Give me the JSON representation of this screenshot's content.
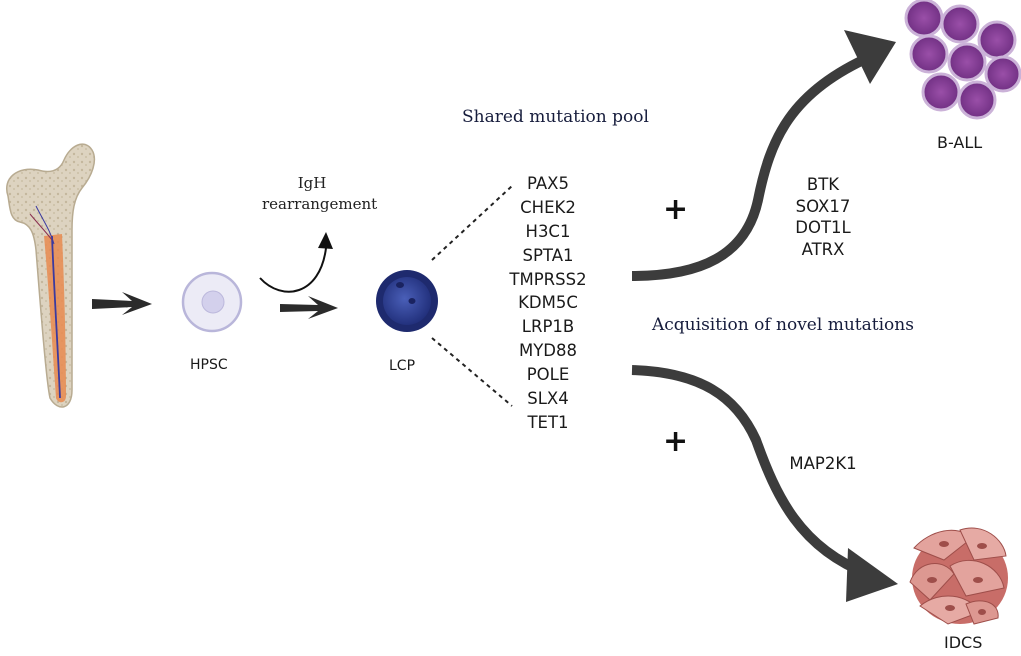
{
  "shared_pool": {
    "title": "Shared mutation pool",
    "genes": [
      "PAX5",
      "CHEK2",
      "H3C1",
      "SPTA1",
      "TMPRSS2",
      "KDM5C",
      "LRP1B",
      "MYD88",
      "POLE",
      "SLX4",
      "TET1"
    ]
  },
  "igh_label_line1": "IgH",
  "igh_label_line2": "rearrangement",
  "cells": {
    "hpsc": "HPSC",
    "lcp": "LCP",
    "ball": "B-ALL",
    "idcs": "IDCS"
  },
  "ball_genes": [
    "BTK",
    "SOX17",
    "DOT1L",
    "ATRX"
  ],
  "idcs_genes": [
    "MAP2K1"
  ],
  "novel_title": "Acquisition of novel mutations",
  "plus_symbol": "+",
  "icons": {
    "bone": "femur-bone-icon",
    "hpsc": "stem-cell-icon",
    "lcp": "lymphoid-progenitor-cell-icon",
    "ball": "leukemia-cell-cluster-icon",
    "idcs": "dendritic-cell-cluster-icon"
  }
}
